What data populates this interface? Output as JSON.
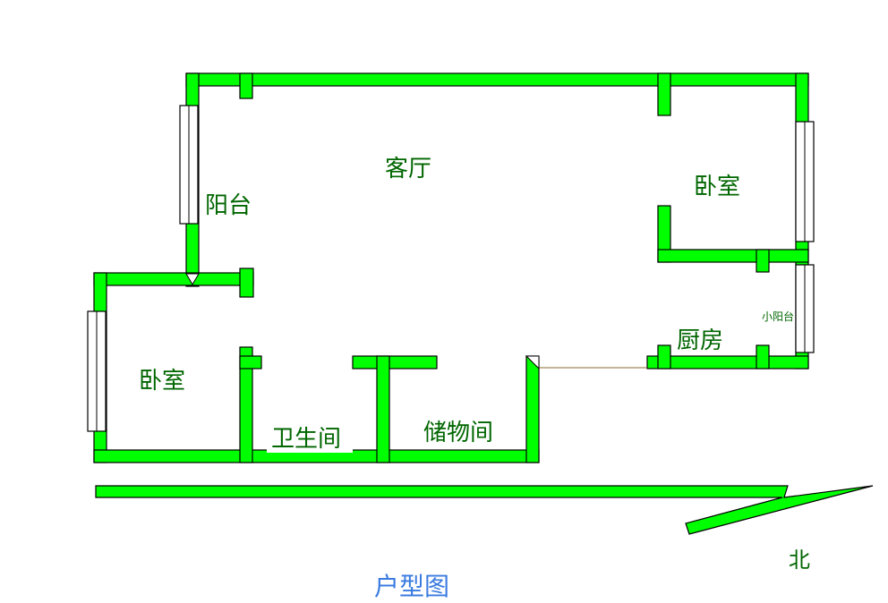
{
  "plan": {
    "rooms": {
      "living_room": "客厅",
      "balcony": "阳台",
      "bedroom_east": "卧室",
      "bedroom_west": "卧室",
      "bathroom": "卫生间",
      "storage": "储物间",
      "kitchen": "厨房",
      "small_balcony": "小阳台"
    },
    "compass": {
      "north_label": "北"
    },
    "caption": "户型图"
  },
  "colors": {
    "wall": "#00ff00",
    "outline": "#000000",
    "text": "#006600",
    "caption": "#3b7be0"
  }
}
